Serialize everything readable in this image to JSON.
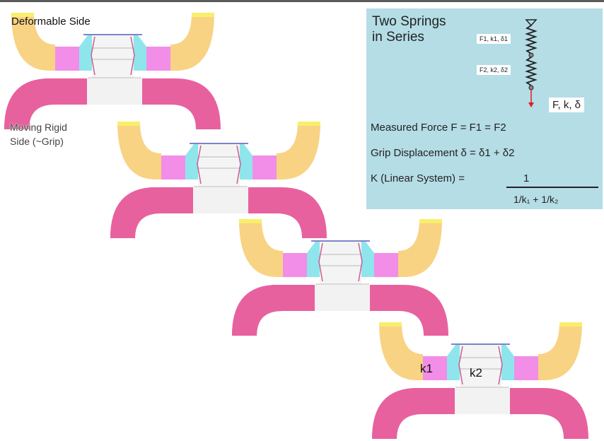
{
  "labels": {
    "deformable_side": "Deformable Side",
    "moving_rigid_line1": "Moving Rigid",
    "moving_rigid_line2": "Side (~Grip)",
    "k1": "k1",
    "k2": "k2"
  },
  "panel": {
    "title_line1": "Two Springs",
    "title_line2": "in Series",
    "spring1_label": "F1, k1, δ1",
    "spring2_label": "F2, k2, δ2",
    "load_label": "F, k, δ",
    "measured_force": "Measured Force F = F1 = F2",
    "grip_displacement": "Grip Displacement δ = δ1 + δ2",
    "stiffness_lhs": "K (Linear System) =",
    "fraction_numerator": "1",
    "fraction_denominator": "1/k₁  +  1/k₂"
  },
  "colors": {
    "rigid_grip": "#e8619f",
    "deformable_grip": "#f8d384",
    "spring_k1": "#f28de8",
    "spring_k2": "#8ee6ec",
    "gap_fill": "#f2f2f2",
    "panel_bg": "#b4dde6",
    "force_red": "#e8191f",
    "top_band": "#f8ef6a"
  }
}
